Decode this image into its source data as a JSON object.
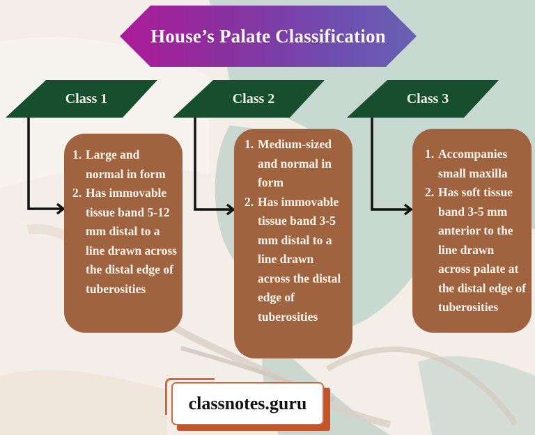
{
  "title": "House’s Palate Classification",
  "colors": {
    "title_gradient_start": "#ad1a98",
    "title_gradient_end": "#6762b4",
    "class_header": "#174f2e",
    "content_box": "#a0633f",
    "content_text": "#fbf3ea",
    "connector": "#111111",
    "watermark_accent": "#c2552a"
  },
  "classes": [
    {
      "label": "Class 1",
      "items": [
        {
          "num": "1.",
          "text": "Large and normal in form"
        },
        {
          "num": "2.",
          "text": "Has immovable tissue band 5-12 mm distal to a line drawn across the distal edge of tuberosities"
        }
      ]
    },
    {
      "label": "Class 2",
      "items": [
        {
          "num": "1.",
          "text": "Medium-sized and normal in form"
        },
        {
          "num": "2.",
          "text": "Has immovable tissue band 3-5 mm distal to a line drawn across the distal edge of tuberosities"
        }
      ]
    },
    {
      "label": "Class 3",
      "items": [
        {
          "num": "1.",
          "text": "Accompanies small maxilla"
        },
        {
          "num": "2.",
          "text": "Has soft tissue band 3-5 mm anterior to the line drawn across palate at the distal edge of tuberosities"
        }
      ]
    }
  ],
  "watermark": "classnotes.guru"
}
